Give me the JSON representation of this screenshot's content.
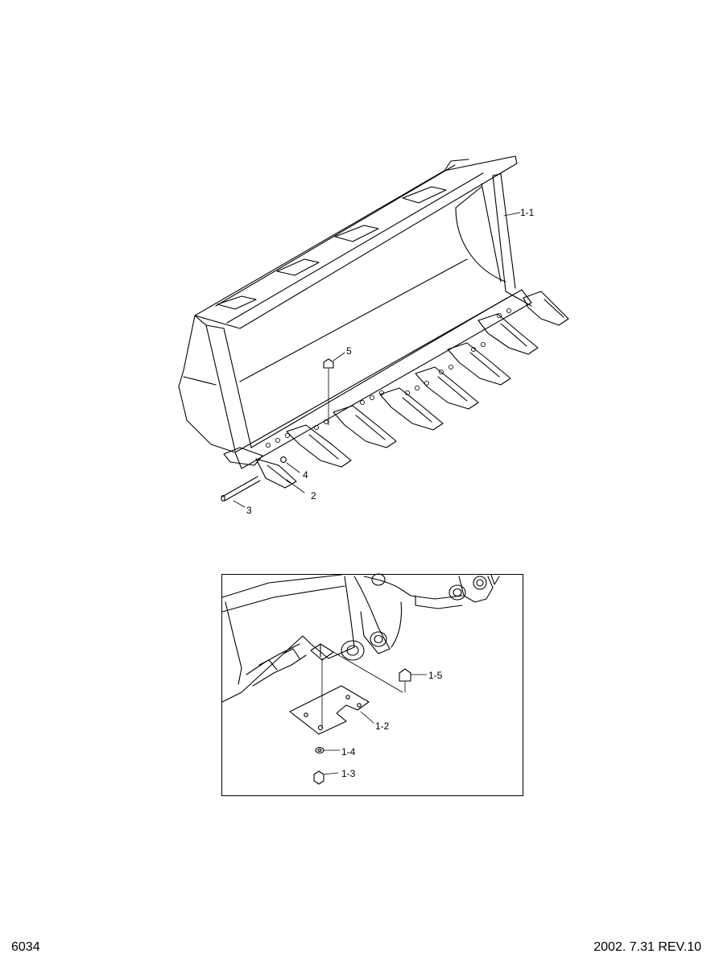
{
  "callouts": {
    "bucket_label": "1-1",
    "tooth_label": "2",
    "pin_label": "3",
    "lock_label": "4",
    "bolt_label": "5",
    "detail_bolt_label": "1-5",
    "detail_plate_label": "1-2",
    "detail_washer_label": "1-4",
    "detail_nut_label": "1-3"
  },
  "footer": {
    "page_number": "6034",
    "revision": "2002. 7.31  REV.10"
  }
}
